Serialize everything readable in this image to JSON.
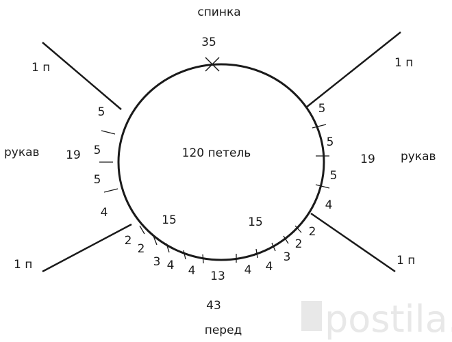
{
  "labels": {
    "back": "спинка",
    "front": "перед",
    "sleeve_left": "рукав",
    "sleeve_right": "рукав",
    "center": "120  петель",
    "back_count": "35",
    "front_count": "43",
    "sleeve_left_count": "19",
    "sleeve_right_count": "19",
    "raglan_tl": "1 п",
    "raglan_tr": "1 п",
    "raglan_bl": "1 п",
    "raglan_br": "1 п"
  },
  "left_sleeve_marks": [
    "5",
    "5",
    "5",
    "4"
  ],
  "right_sleeve_marks": [
    "5",
    "5",
    "5",
    "4"
  ],
  "front_marks": {
    "left_15": "15",
    "right_15": "15",
    "bottom": [
      "2",
      "2",
      "3",
      "4",
      "4",
      "13",
      "4",
      "4",
      "3",
      "2",
      "2"
    ]
  },
  "watermark": "postila.ru",
  "colors": {
    "ink": "#1a1a1a",
    "watermark": "#e8e8e8"
  }
}
